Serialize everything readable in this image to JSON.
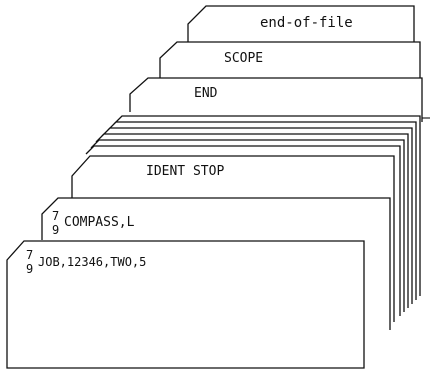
{
  "deck": {
    "cards": [
      {
        "id": "eof",
        "label": "end-of-file"
      },
      {
        "id": "scope",
        "label": "SCOPE"
      },
      {
        "id": "end",
        "label": "END"
      },
      {
        "id": "ident",
        "label": "IDENT STOP"
      },
      {
        "id": "compass",
        "multipunch_top": "7",
        "multipunch_bottom": "9",
        "label": "COMPASS,L"
      },
      {
        "id": "job",
        "multipunch_top": "7",
        "multipunch_bottom": "9",
        "label": "JOB,12346,TWO,5"
      }
    ]
  }
}
